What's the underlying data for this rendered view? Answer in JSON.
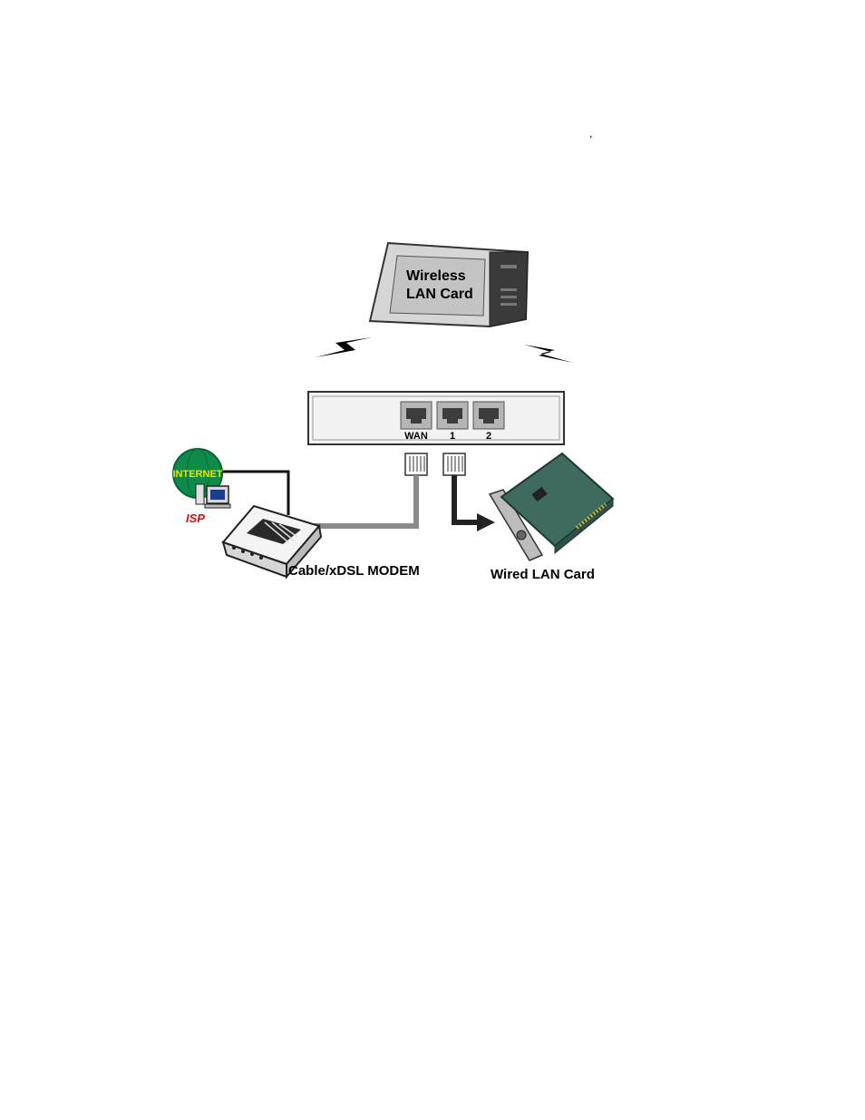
{
  "stray_mark": ",",
  "wireless_card": {
    "line1": "Wireless",
    "line2": "LAN  Card"
  },
  "router": {
    "ports": [
      {
        "label": "WAN"
      },
      {
        "label": "1"
      },
      {
        "label": "2"
      }
    ]
  },
  "internet": {
    "globe_text": "INTERNET",
    "isp_label": "ISP"
  },
  "modem": {
    "label": "Cable/xDSL MODEM"
  },
  "wired_card": {
    "label": "Wired LAN Card"
  },
  "colors": {
    "globe": "#0f8a4a",
    "globe_text": "#e8e600",
    "isp": "#d01010",
    "cable_gray": "#8a8a8a",
    "card_green": "#3f6b5f",
    "router_body": "#ececec"
  }
}
